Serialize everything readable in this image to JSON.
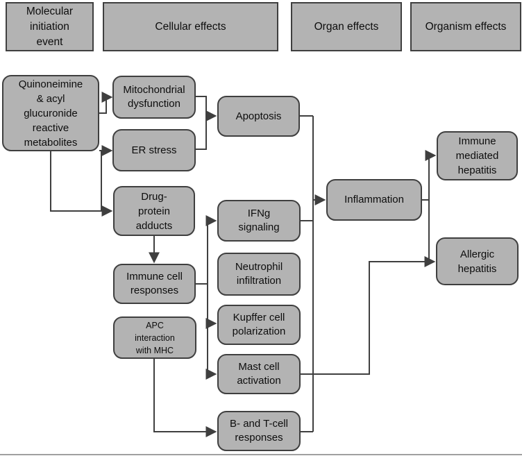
{
  "figure": {
    "type": "flowchart",
    "description_colors": {
      "background": "#ffffff",
      "node_fill": "#b3b3b3",
      "node_border": "#3f3f3f",
      "connector": "#3f3f3f",
      "text": "#0d0d0d"
    },
    "stage_headers": [
      {
        "id": "molecular-initiation-event",
        "lines": [
          "Molecular",
          "initiation",
          "event"
        ]
      },
      {
        "id": "cellular-effects",
        "lines": [
          "Cellular effects"
        ]
      },
      {
        "id": "organ-effects",
        "lines": [
          "Organ effects"
        ]
      },
      {
        "id": "organism-effects",
        "lines": [
          "Organism effects"
        ]
      }
    ],
    "nodes": {
      "metabolites": {
        "lines": [
          "Quinoneimine",
          "& acyl",
          "glucuronide",
          "reactive",
          "metabolites"
        ]
      },
      "mitochondrial_dysfunction": {
        "lines": [
          "Mitochondrial",
          "dysfunction"
        ]
      },
      "er_stress": {
        "lines": [
          "ER stress"
        ]
      },
      "apoptosis": {
        "lines": [
          "Apoptosis"
        ]
      },
      "drug_protein_adducts": {
        "lines": [
          "Drug-",
          "protein",
          "adducts"
        ]
      },
      "ifng_signaling": {
        "lines": [
          "IFNg",
          "signaling"
        ]
      },
      "neutrophil_infiltration": {
        "lines": [
          "Neutrophil",
          "infiltration"
        ]
      },
      "immune_cell_responses": {
        "lines": [
          "Immune cell",
          "responses"
        ]
      },
      "apc_interaction": {
        "lines": [
          "APC",
          "interaction",
          "with MHC"
        ]
      },
      "kupffer_cell_polarization": {
        "lines": [
          "Kupffer cell",
          "polarization"
        ]
      },
      "mast_cell_activation": {
        "lines": [
          "Mast cell",
          "activation"
        ]
      },
      "b_and_t_cell_responses": {
        "lines": [
          "B- and T-cell",
          "responses"
        ]
      },
      "inflammation": {
        "lines": [
          "Inflammation"
        ]
      },
      "immune_mediated_hepatitis": {
        "lines": [
          "Immune",
          "mediated",
          "hepatitis"
        ]
      },
      "allergic_hepatitis": {
        "lines": [
          "Allergic",
          "hepatitis"
        ]
      }
    },
    "edges": [
      {
        "from": "metabolites",
        "to": "mitochondrial_dysfunction"
      },
      {
        "from": "metabolites",
        "to": "er_stress"
      },
      {
        "from": "metabolites",
        "to": "drug_protein_adducts"
      },
      {
        "from": "mitochondrial_dysfunction",
        "to": "apoptosis"
      },
      {
        "from": "er_stress",
        "to": "apoptosis"
      },
      {
        "from": "drug_protein_adducts",
        "to": "immune_cell_responses"
      },
      {
        "from": "immune_cell_responses",
        "to": "ifng_signaling"
      },
      {
        "from": "immune_cell_responses",
        "to": "kupffer_cell_polarization"
      },
      {
        "from": "immune_cell_responses",
        "to": "mast_cell_activation"
      },
      {
        "from": "apoptosis",
        "to": "inflammation"
      },
      {
        "from": "ifng_signaling",
        "to": "inflammation"
      },
      {
        "from": "b_and_t_cell_responses",
        "to": "inflammation"
      },
      {
        "from": "apc_interaction",
        "to": "b_and_t_cell_responses"
      },
      {
        "from": "inflammation",
        "to": "immune_mediated_hepatitis"
      },
      {
        "from": "inflammation",
        "to": "allergic_hepatitis"
      },
      {
        "from": "mast_cell_activation",
        "to": "allergic_hepatitis"
      }
    ]
  }
}
